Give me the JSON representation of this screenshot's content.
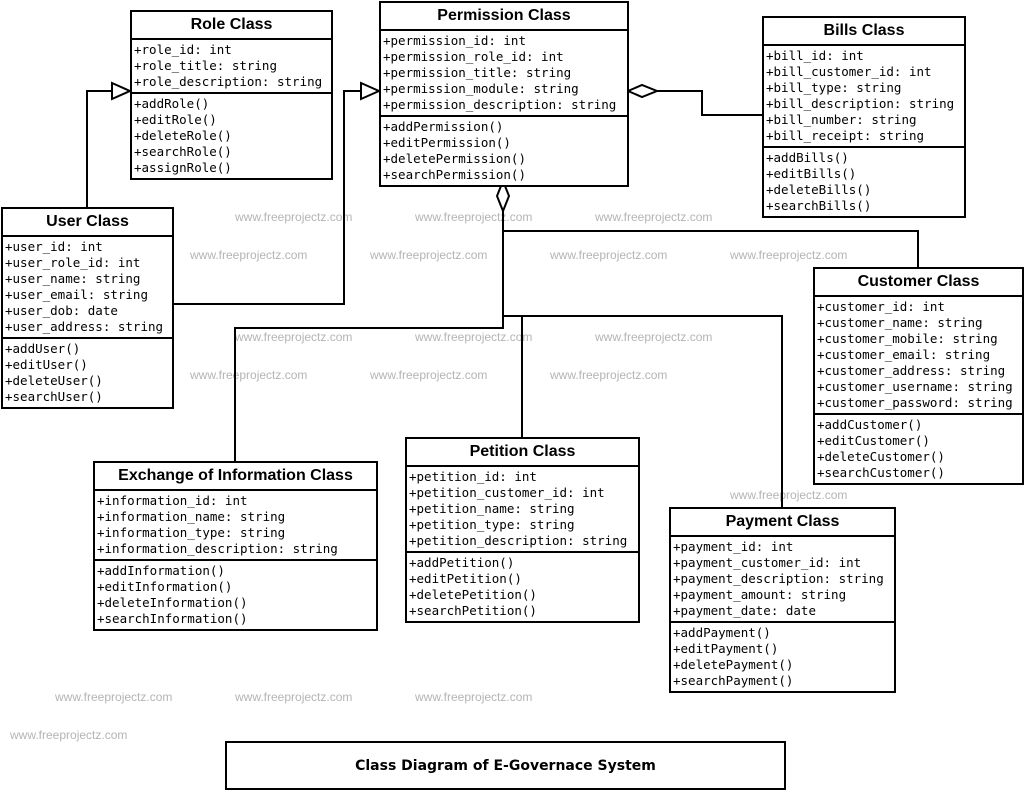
{
  "watermark": "www.freeprojectz.com",
  "caption": "Class Diagram of E-Governace System",
  "classes": {
    "role": {
      "title": "Role Class",
      "attributes": [
        "+role_id: int",
        "+role_title: string",
        "+role_description: string"
      ],
      "methods": [
        "+addRole()",
        "+editRole()",
        "+deleteRole()",
        "+searchRole()",
        "+assignRole()"
      ]
    },
    "permission": {
      "title": "Permission Class",
      "attributes": [
        "+permission_id: int",
        "+permission_role_id: int",
        "+permission_title: string",
        "+permission_module: string",
        "+permission_description: string"
      ],
      "methods": [
        "+addPermission()",
        "+editPermission()",
        "+deletePermission()",
        "+searchPermission()"
      ]
    },
    "bills": {
      "title": "Bills Class",
      "attributes": [
        "+bill_id: int",
        "+bill_customer_id: int",
        "+bill_type: string",
        "+bill_description: string",
        "+bill_number: string",
        "+bill_receipt: string"
      ],
      "methods": [
        "+addBills()",
        "+editBills()",
        "+deleteBills()",
        "+searchBills()"
      ]
    },
    "user": {
      "title": "User Class",
      "attributes": [
        "+user_id: int",
        "+user_role_id: int",
        "+user_name: string",
        "+user_email: string",
        "+user_dob: date",
        "+user_address: string"
      ],
      "methods": [
        "+addUser()",
        "+editUser()",
        "+deleteUser()",
        "+searchUser()"
      ]
    },
    "customer": {
      "title": "Customer Class",
      "attributes": [
        "+customer_id: int",
        "+customer_name: string",
        "+customer_mobile: string",
        "+customer_email: string",
        "+customer_address: string",
        "+customer_username: string",
        "+customer_password: string"
      ],
      "methods": [
        "+addCustomer()",
        "+editCustomer()",
        "+deleteCustomer()",
        "+searchCustomer()"
      ]
    },
    "exchange": {
      "title": "Exchange of Information Class",
      "attributes": [
        "+information_id: int",
        "+information_name: string",
        "+information_type: string",
        "+information_description: string"
      ],
      "methods": [
        "+addInformation()",
        "+editInformation()",
        "+deleteInformation()",
        "+searchInformation()"
      ]
    },
    "petition": {
      "title": "Petition Class",
      "attributes": [
        "+petition_id: int",
        "+petition_customer_id: int",
        "+petition_name: string",
        "+petition_type: string",
        "+petition_description: string"
      ],
      "methods": [
        "+addPetition()",
        "+editPetition()",
        "+deletePetition()",
        "+searchPetition()"
      ]
    },
    "payment": {
      "title": "Payment Class",
      "attributes": [
        "+payment_id: int",
        "+payment_customer_id: int",
        "+payment_description: string",
        "+payment_amount: string",
        "+payment_date: date"
      ],
      "methods": [
        "+addPayment()",
        "+editPayment()",
        "+deletePayment()",
        "+searchPayment()"
      ]
    }
  }
}
